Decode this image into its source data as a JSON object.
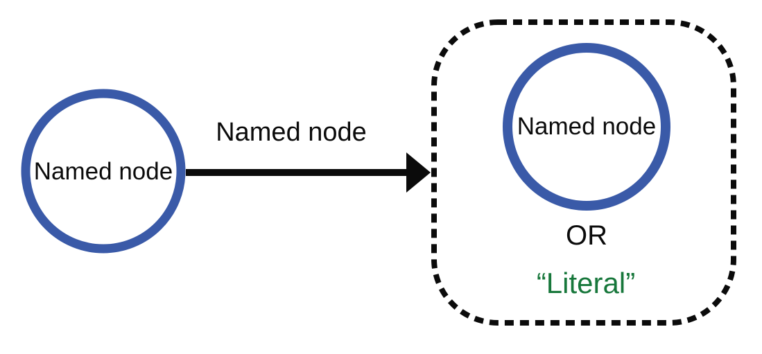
{
  "diagram": {
    "subject_node": {
      "label": "Named node"
    },
    "predicate": {
      "label": "Named node"
    },
    "object_group": {
      "named_node": {
        "label": "Named node"
      },
      "or_label": "OR",
      "literal": {
        "label": "“Literal”"
      }
    },
    "colors": {
      "node_stroke": "#3a5aa8",
      "literal_text": "#17773b",
      "arrow": "#0b0b0b",
      "dashed_border": "#0b0b0b"
    }
  }
}
